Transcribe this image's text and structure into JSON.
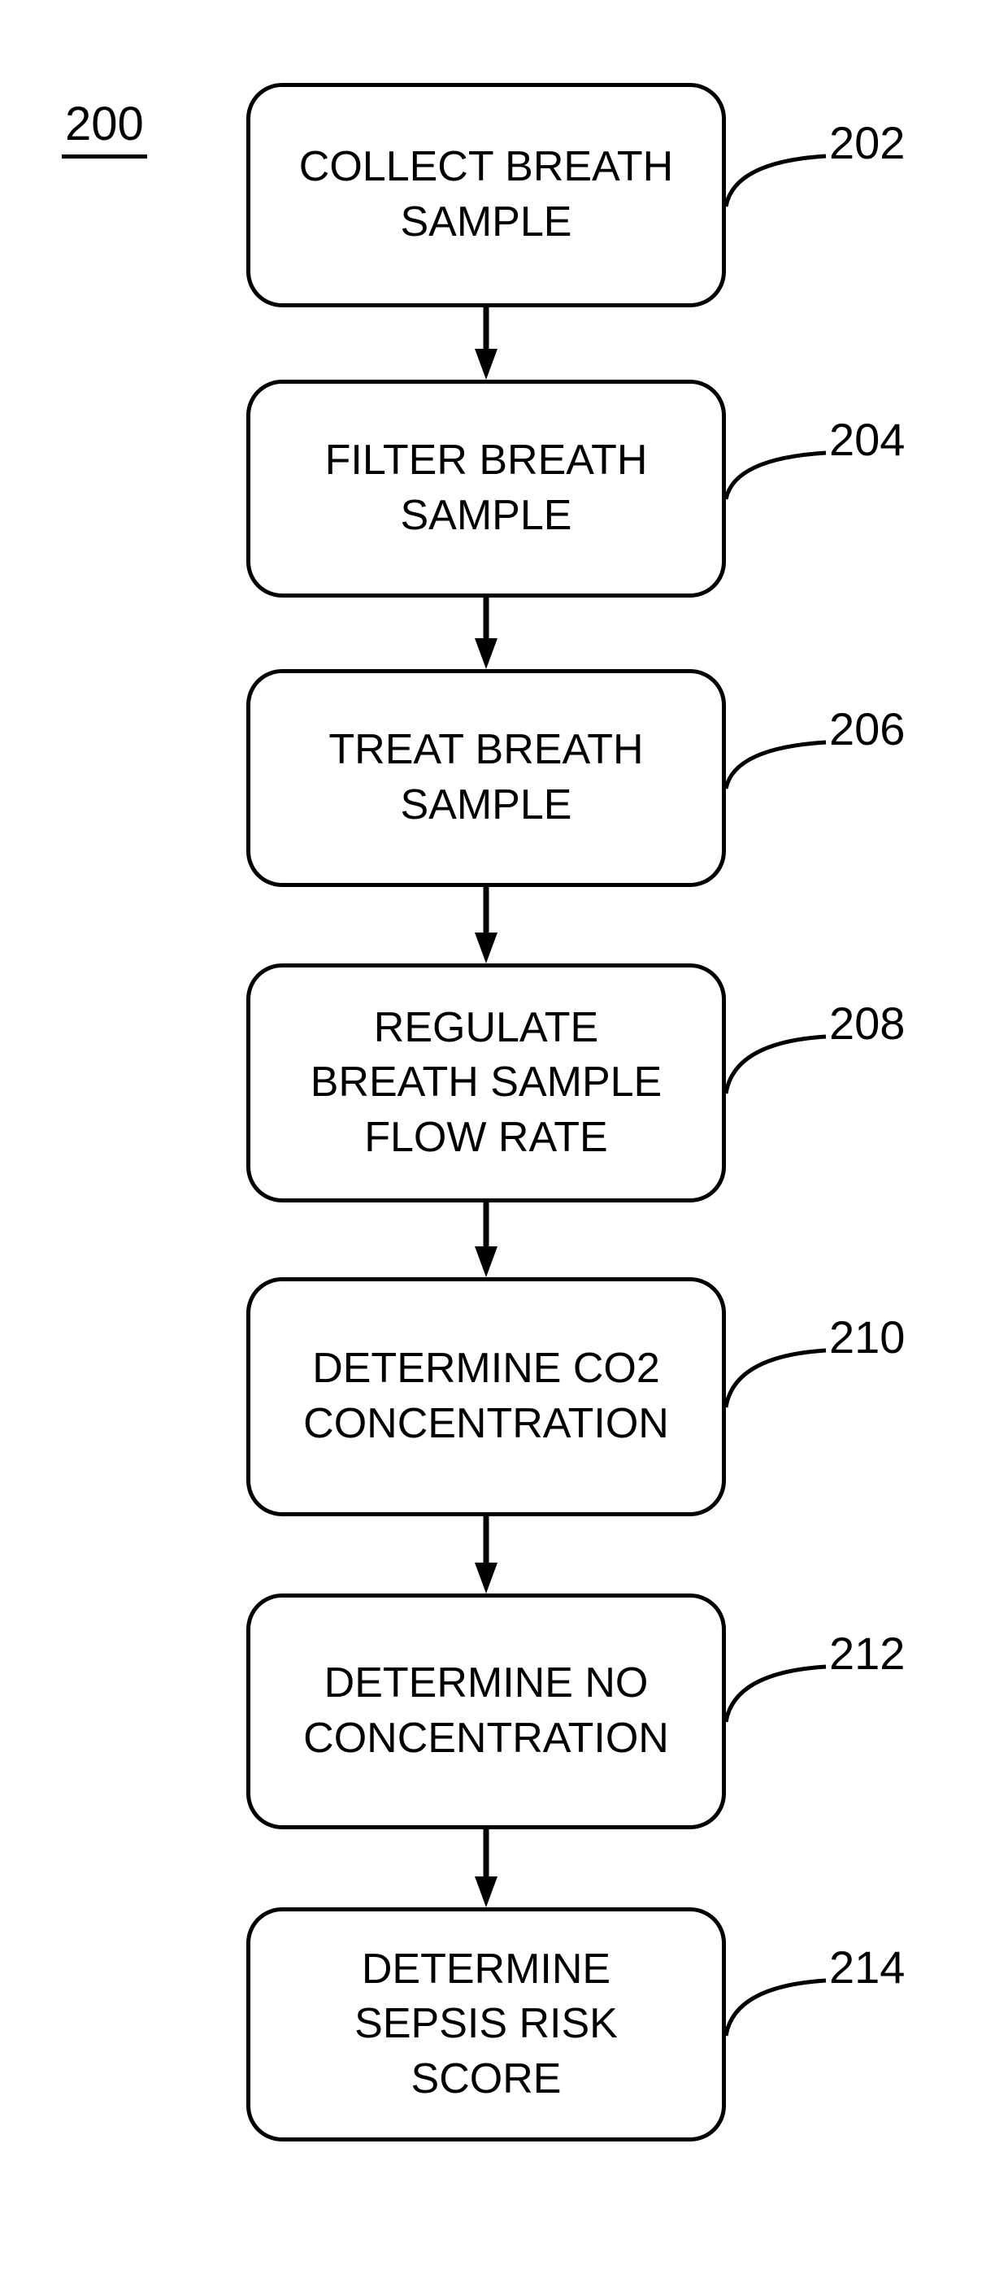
{
  "figure": {
    "label": "200",
    "background_color": "#ffffff",
    "line_color": "#000000"
  },
  "steps": [
    {
      "ref": "202",
      "label": "COLLECT BREATH\nSAMPLE"
    },
    {
      "ref": "204",
      "label": "FILTER BREATH\nSAMPLE"
    },
    {
      "ref": "206",
      "label": "TREAT BREATH\nSAMPLE"
    },
    {
      "ref": "208",
      "label": "REGULATE\nBREATH SAMPLE\nFLOW RATE"
    },
    {
      "ref": "210",
      "label": "DETERMINE CO2\nCONCENTRATION"
    },
    {
      "ref": "212",
      "label": "DETERMINE NO\nCONCENTRATION"
    },
    {
      "ref": "214",
      "label": "DETERMINE\nSEPSIS RISK\nSCORE"
    }
  ]
}
